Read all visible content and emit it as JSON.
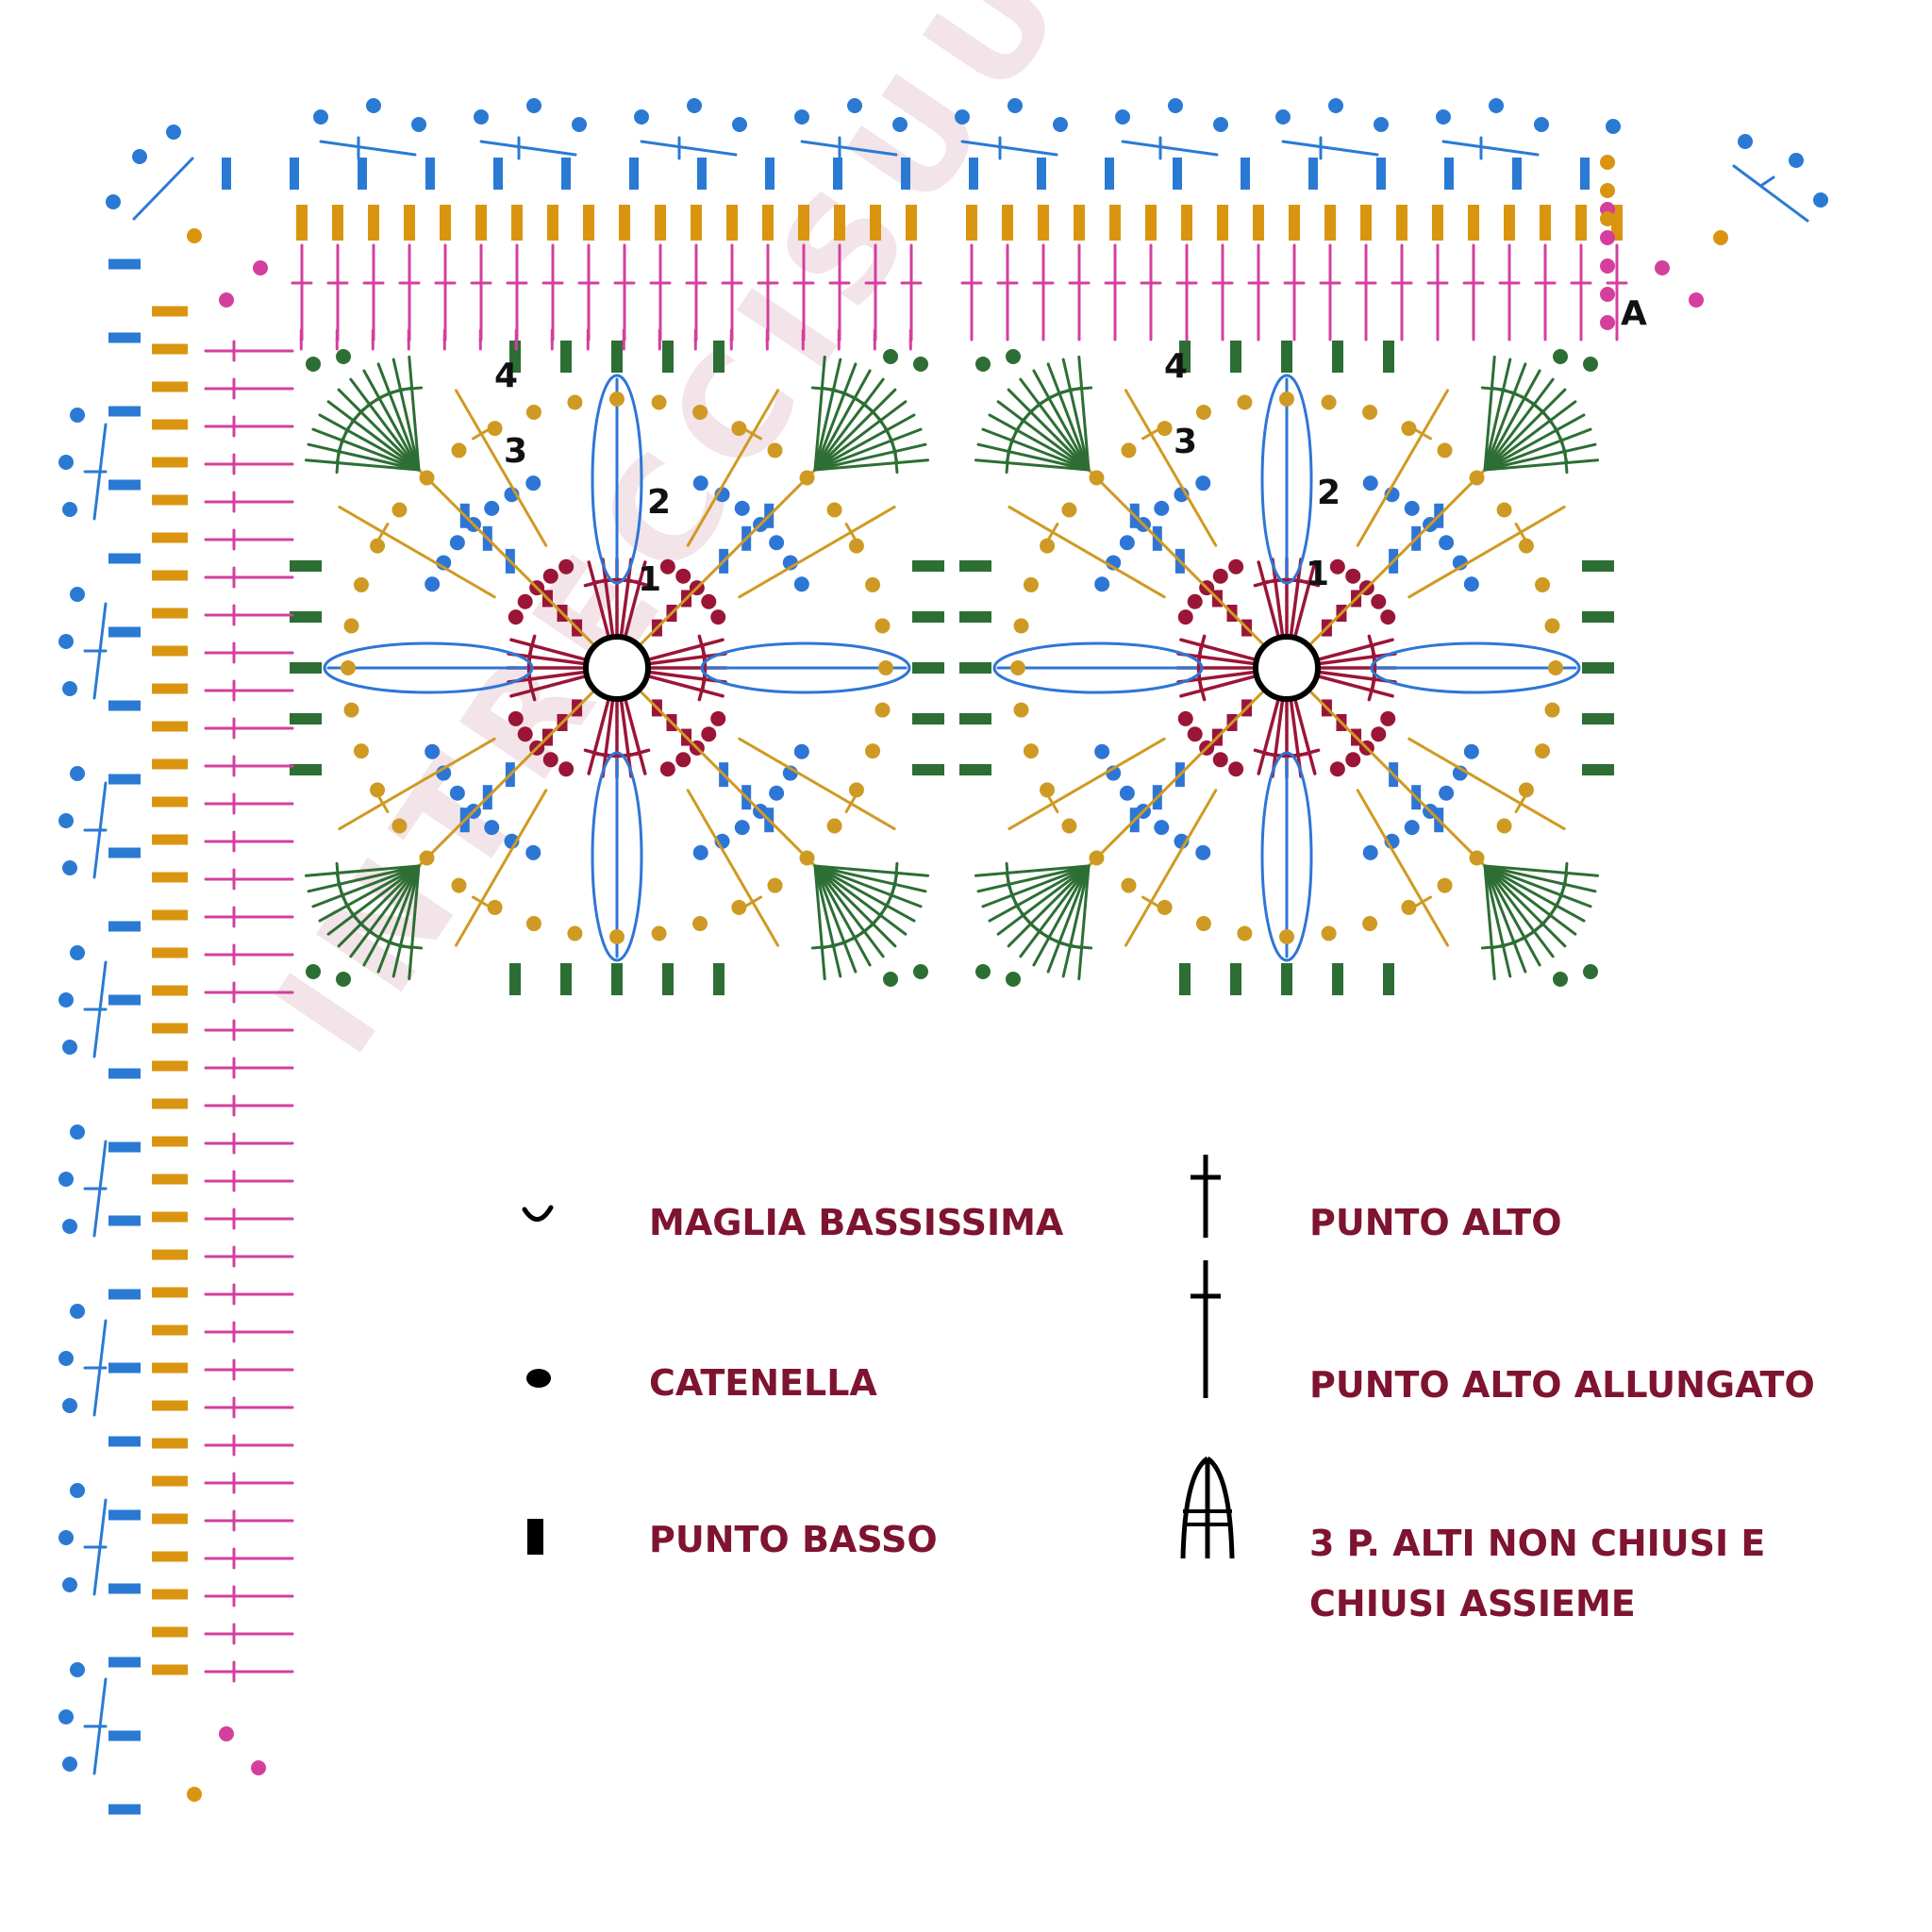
{
  "watermark": "INTRECCISUUNO",
  "chart_labels": {
    "corner_point": "A",
    "rounds": [
      "1",
      "2",
      "3",
      "4"
    ]
  },
  "legend": [
    {
      "symbol": "slip-stitch-icon",
      "label": "MAGLIA BASSISSIMA"
    },
    {
      "symbol": "chain-icon",
      "label": "CATENELLA"
    },
    {
      "symbol": "single-crochet-icon",
      "label": "PUNTO BASSO"
    },
    {
      "symbol": "double-crochet-icon",
      "label": "PUNTO ALTO"
    },
    {
      "symbol": "extended-double-crochet-icon",
      "label": "PUNTO ALTO ALLUNGATO"
    },
    {
      "symbol": "three-dc-cluster-icon",
      "label": "3 P. ALTI NON CHIUSI E CHIUSI ASSIEME"
    }
  ],
  "colors": {
    "round1": "#9b1537",
    "round2": "#2e76d6",
    "round3": "#cf9a23",
    "round4": "#2d6e34",
    "border_pink": "#d43f9e",
    "border_gold": "#da9510",
    "border_blue": "#2a7ad4",
    "legend_text": "#7e1430"
  }
}
